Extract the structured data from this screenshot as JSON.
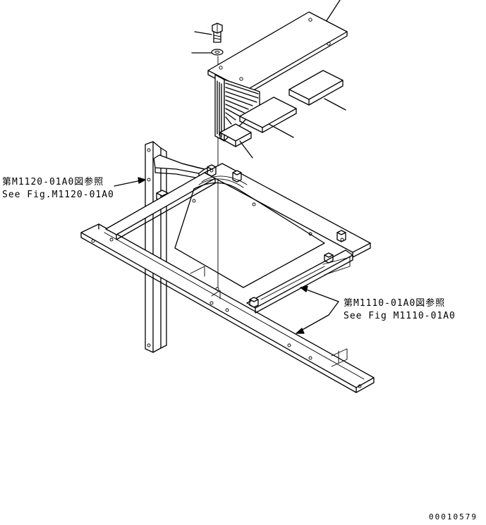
{
  "references": [
    {
      "id": "ref-m1120",
      "line1": "第M1120-01A0図参照",
      "line2": "See Fig.M1120-01A0"
    },
    {
      "id": "ref-m1110",
      "line1": "第M1110-01A0図参照",
      "line2": "See Fig M1110-01A0"
    }
  ],
  "drawing_number": "00010579"
}
